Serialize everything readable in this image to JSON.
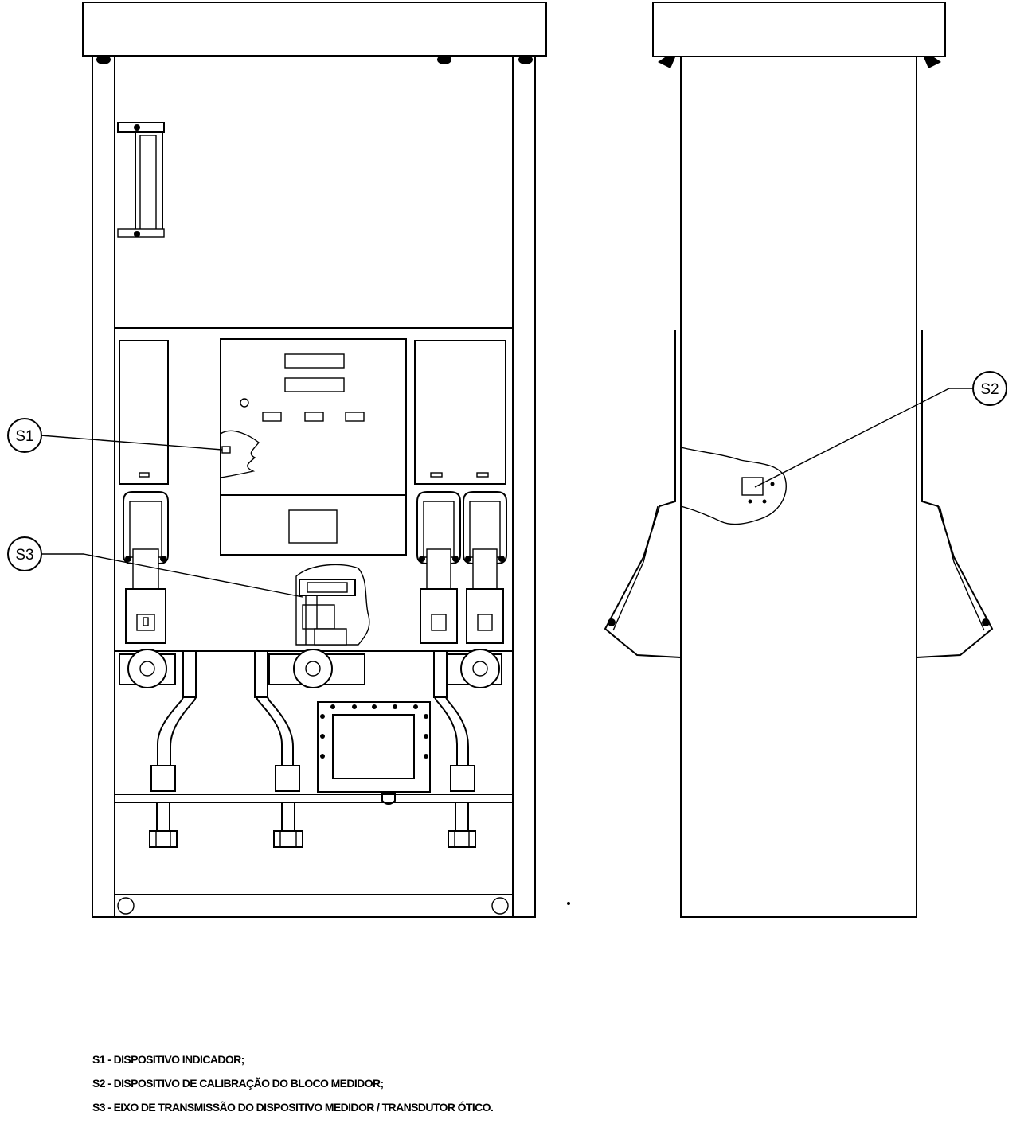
{
  "callouts": {
    "s1": "S1",
    "s2": "S2",
    "s3": "S3"
  },
  "legend": [
    "S1 - DISPOSITIVO INDICADOR;",
    "S2 - DISPOSITIVO DE CALIBRAÇÃO DO BLOCO MEDIDOR;",
    "S3 - EIXO DE TRANSMISSÃO DO DISPOSITIVO MEDIDOR / TRANSDUTOR ÓTICO."
  ]
}
